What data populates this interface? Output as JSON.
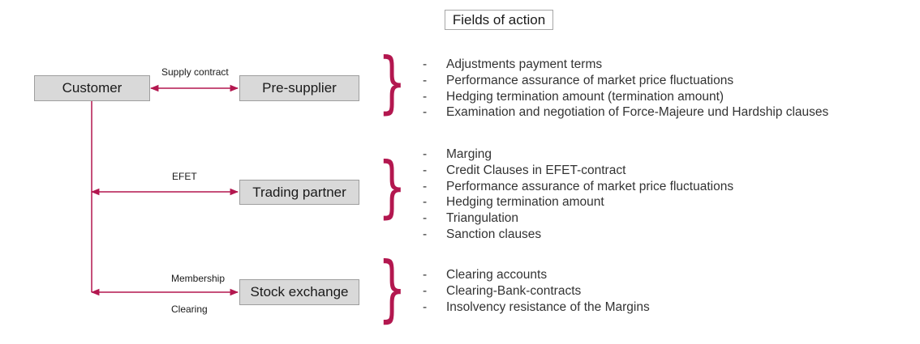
{
  "title": "Fields of action",
  "nodes": {
    "customer": "Customer",
    "pre_supplier": "Pre-supplier",
    "trading_partner": "Trading partner",
    "stock_exchange": "Stock exchange"
  },
  "edge_labels": {
    "supply_contract": "Supply contract",
    "efet": "EFET",
    "membership": "Membership",
    "clearing": "Clearing"
  },
  "groups": [
    {
      "items": [
        "Adjustments payment terms",
        "Performance assurance of market price fluctuations",
        "Hedging termination amount (termination amount)",
        "Examination and negotiation of Force-Majeure und Hardship clauses"
      ]
    },
    {
      "items": [
        "Marging",
        "Credit Clauses in EFET-contract",
        "Performance assurance of market price fluctuations",
        "Hedging termination amount",
        "Triangulation",
        "Sanction clauses"
      ]
    },
    {
      "items": [
        "Clearing accounts",
        "Clearing-Bank-contracts",
        "Insolvency resistance of the Margins"
      ]
    }
  ],
  "bullet": "-",
  "brace_char": "}",
  "colors": {
    "accent": "#b3174f",
    "box_fill": "#d9d9d9"
  }
}
